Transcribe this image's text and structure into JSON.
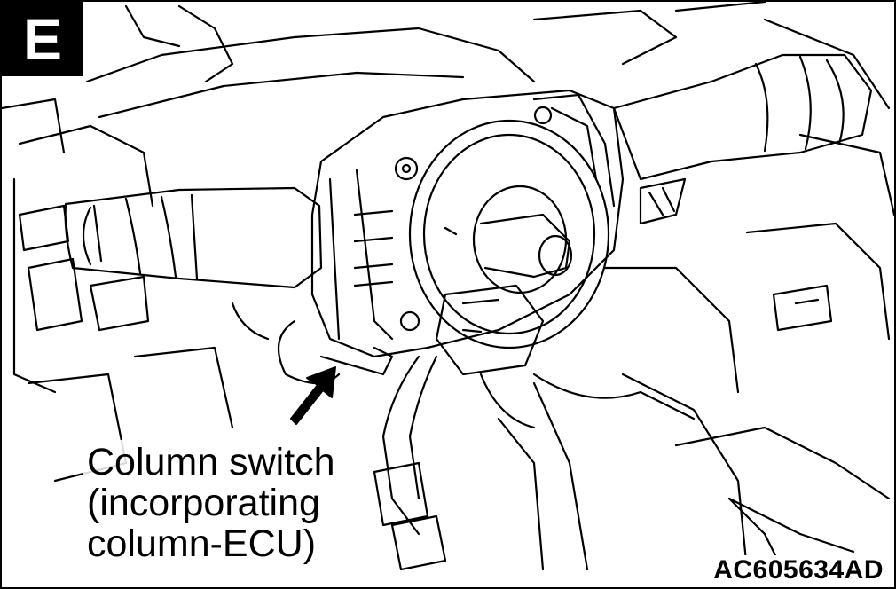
{
  "figure": {
    "view_badge": "E",
    "callout_lines": [
      "Column switch",
      "(incorporating",
      "column-ECU)"
    ],
    "figure_code": "AC605634AD",
    "colors": {
      "line": "#000000",
      "background": "#ffffff",
      "badge": "#000000"
    },
    "icons": {
      "pointer": "arrow-up-right-icon"
    }
  }
}
